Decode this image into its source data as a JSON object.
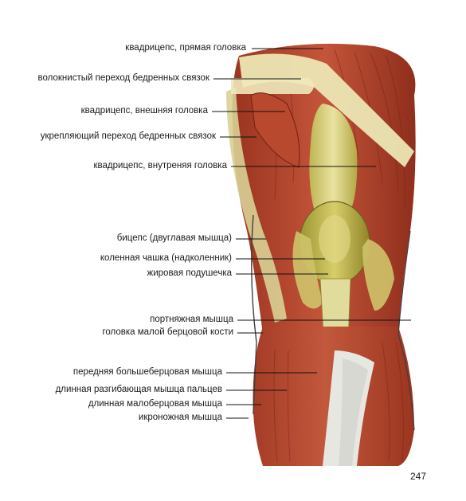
{
  "labels": [
    {
      "id": "quadriceps-rectus",
      "text": "квадрицепс, прямая головка"
    },
    {
      "id": "fibrous-femoral-ligament",
      "text": "волокнистый переход бедренных связок"
    },
    {
      "id": "quadriceps-lateral",
      "text": "квадрицепс, внешняя головка"
    },
    {
      "id": "reinforcing-femoral-ligament",
      "text": "укрепляющий переход бедренных связок"
    },
    {
      "id": "quadriceps-medial",
      "text": "квадрицепс, внутреняя головка"
    },
    {
      "id": "biceps",
      "text": "бицепс (двуглавая мышца)"
    },
    {
      "id": "patella",
      "text": "коленная чашка (надколенник)"
    },
    {
      "id": "fat-pad",
      "text": "жировая подушечка"
    },
    {
      "id": "sartorius",
      "text": "портняжная мышца"
    },
    {
      "id": "fibula-head",
      "text": "головка малой берцовой кости"
    },
    {
      "id": "tibialis-anterior",
      "text": "передняя большеберцовая мышца"
    },
    {
      "id": "extensor-digitorum-longus",
      "text": "длинная разгибающая мышца пальцев"
    },
    {
      "id": "peroneus-longus",
      "text": "длинная малоберцовая мышца"
    },
    {
      "id": "gastrocnemius",
      "text": "икроножная мышца"
    }
  ],
  "page_number": "247",
  "colors": {
    "muscle": "#b8452e",
    "muscle_dark": "#8a2a1a",
    "tendon": "#e6e0a8",
    "ligament": "#d8c870",
    "bone": "#c9b24a",
    "skin_shadow": "#5a5a5a",
    "leader_line": "#111111"
  }
}
